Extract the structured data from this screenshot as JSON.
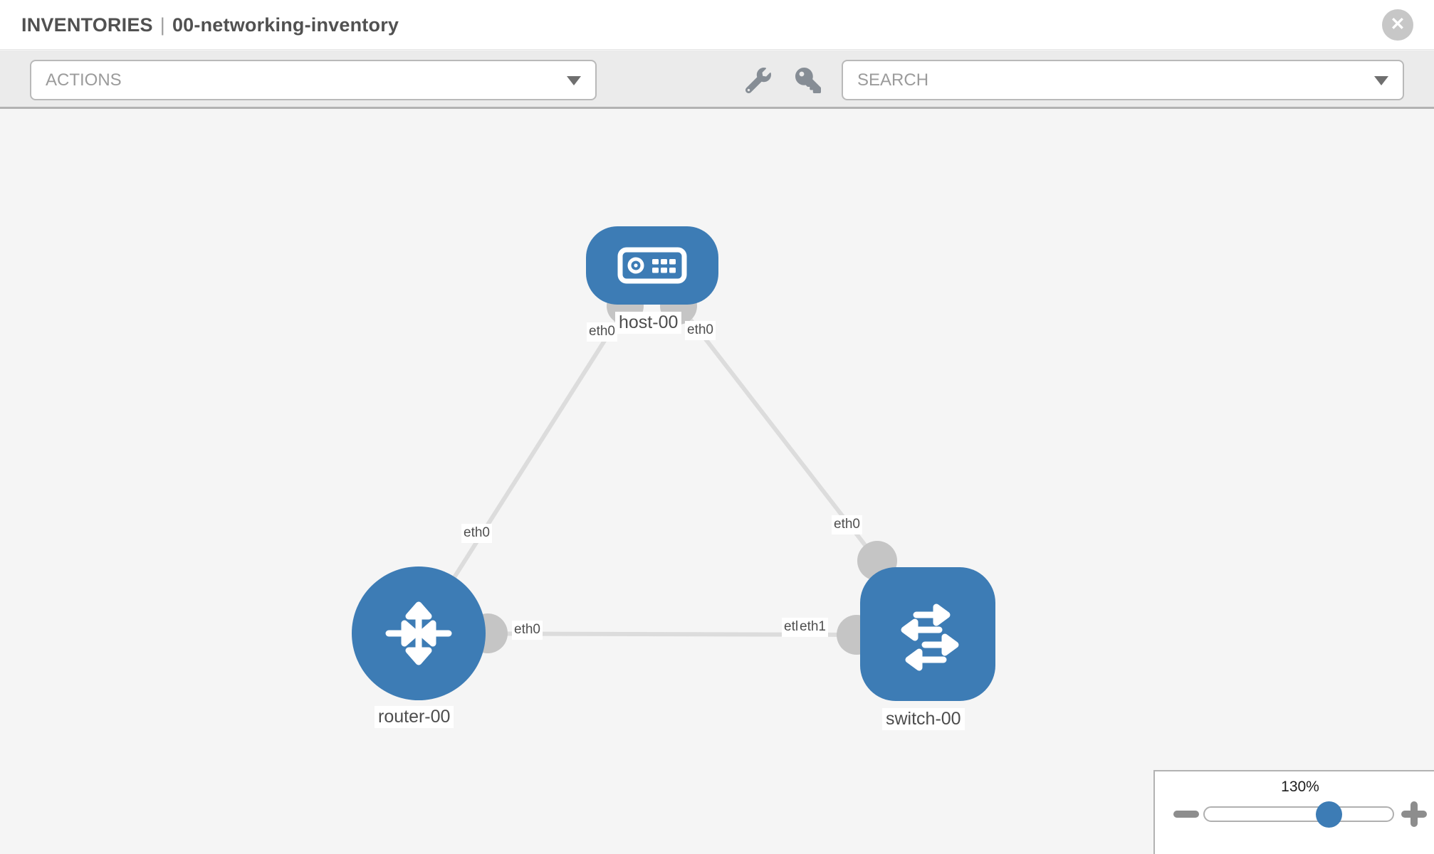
{
  "header": {
    "section": "INVENTORIES",
    "divider": "|",
    "inventory_name": "00-networking-inventory"
  },
  "toolbar": {
    "actions_label": "ACTIONS",
    "search_placeholder": "SEARCH",
    "icons": [
      "wrench-icon",
      "key-icon"
    ]
  },
  "topology": {
    "nodes": [
      {
        "id": "host-00",
        "type": "host",
        "label": "host-00",
        "icon": "server-icon"
      },
      {
        "id": "router-00",
        "type": "router",
        "label": "router-00",
        "icon": "router-arrows-icon"
      },
      {
        "id": "switch-00",
        "type": "switch",
        "label": "switch-00",
        "icon": "switch-arrows-icon"
      }
    ],
    "links": [
      {
        "from": "router-00",
        "from_port": "eth0",
        "to": "host-00",
        "to_port": "eth0"
      },
      {
        "from": "host-00",
        "from_port": "eth0",
        "to": "switch-00",
        "to_port": "eth0"
      },
      {
        "from": "router-00",
        "from_port": "eth0",
        "to": "switch-00",
        "to_port": "eth1"
      }
    ]
  },
  "zoom_control": {
    "value": "130%",
    "zoom_out_icon": "minus",
    "zoom_in_icon": "plus"
  },
  "colors": {
    "node_blue": "#3d7cb5",
    "link_gray": "#dcdcdc",
    "port_dot_gray": "#c5c5c5",
    "canvas_bg": "#f5f5f5",
    "toolbar_bg": "#ebebeb"
  }
}
